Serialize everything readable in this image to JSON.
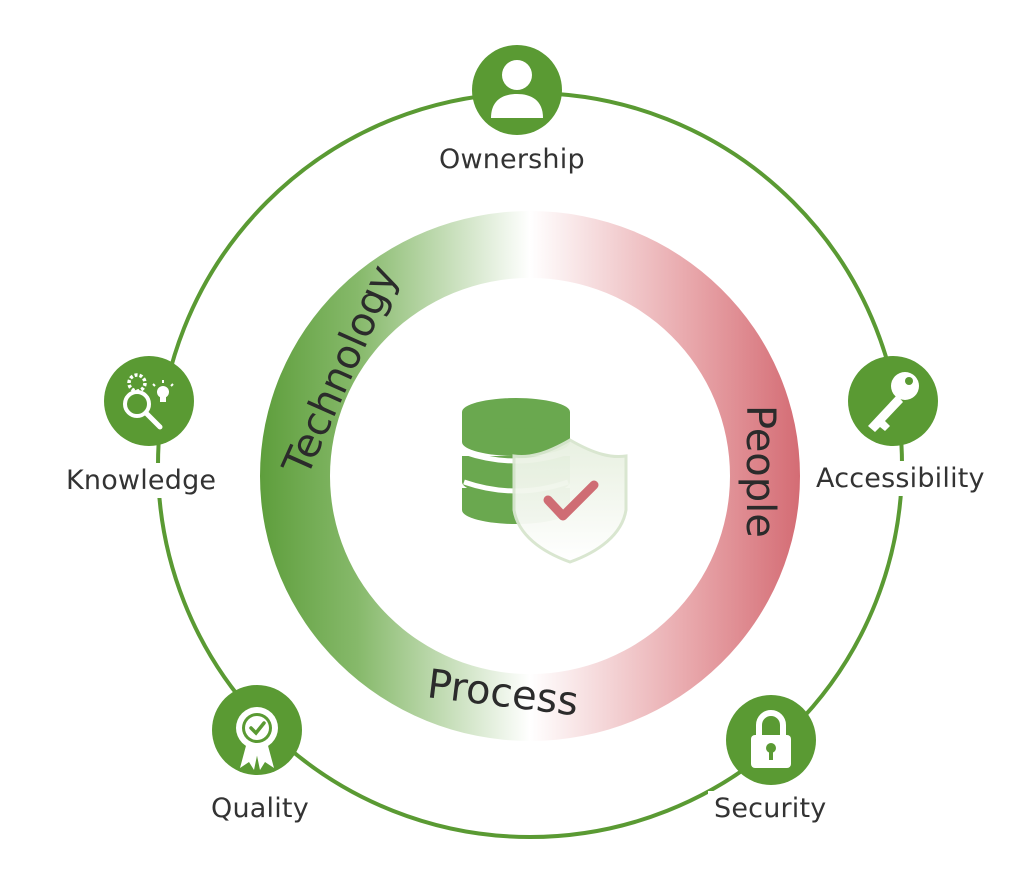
{
  "diagram": {
    "center_icon": "database-shield-check-icon",
    "inner_ring": {
      "gradient_colors": {
        "green": "#6aa84f",
        "white": "#ffffff",
        "red": "#d9777e"
      },
      "labels": {
        "technology": "Technology",
        "people": "People",
        "process": "Process"
      }
    },
    "outer_ring_color": "#5a9a33",
    "nodes": [
      {
        "id": "ownership",
        "label": "Ownership",
        "icon": "user-icon"
      },
      {
        "id": "accessibility",
        "label": "Accessibility",
        "icon": "key-icon"
      },
      {
        "id": "security",
        "label": "Security",
        "icon": "padlock-icon"
      },
      {
        "id": "quality",
        "label": "Quality",
        "icon": "award-ribbon-icon"
      },
      {
        "id": "knowledge",
        "label": "Knowledge",
        "icon": "gear-magnifier-bulb-icon"
      }
    ]
  }
}
